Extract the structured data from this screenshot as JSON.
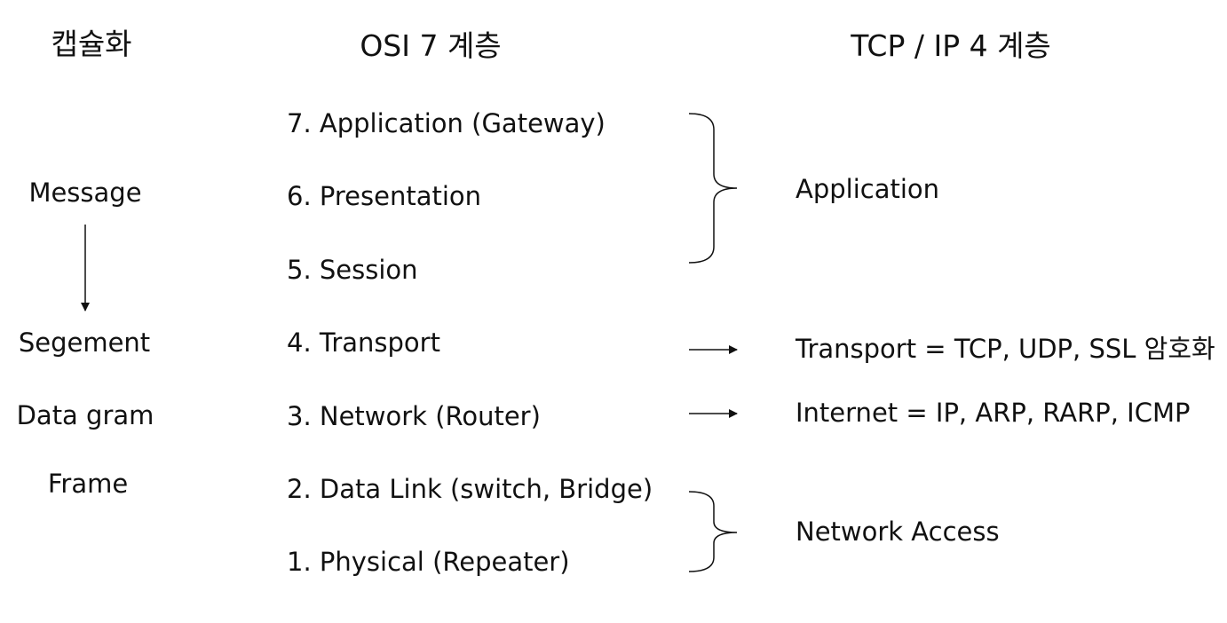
{
  "headers": {
    "encapsulation": "캡슐화",
    "osi": "OSI 7 계층",
    "tcpip": "TCP / IP 4 계층"
  },
  "encapsulation_units": {
    "message": "Message",
    "segment": "Segement",
    "datagram": "Data gram",
    "frame": "Frame"
  },
  "osi_layers": {
    "l7": "7. Application (Gateway)",
    "l6": "6. Presentation",
    "l5": "5. Session",
    "l4": "4. Transport",
    "l3": "3. Network (Router)",
    "l2": "2. Data Link (switch, Bridge)",
    "l1": "1. Physical (Repeater)"
  },
  "tcpip_layers": {
    "application": "Application",
    "transport": "Transport = TCP, UDP, SSL 암호화",
    "internet": "Internet = IP, ARP, RARP, ICMP",
    "network_access": "Network Access"
  },
  "colors": {
    "text": "#111111",
    "lines": "#111111",
    "background": "#ffffff"
  }
}
